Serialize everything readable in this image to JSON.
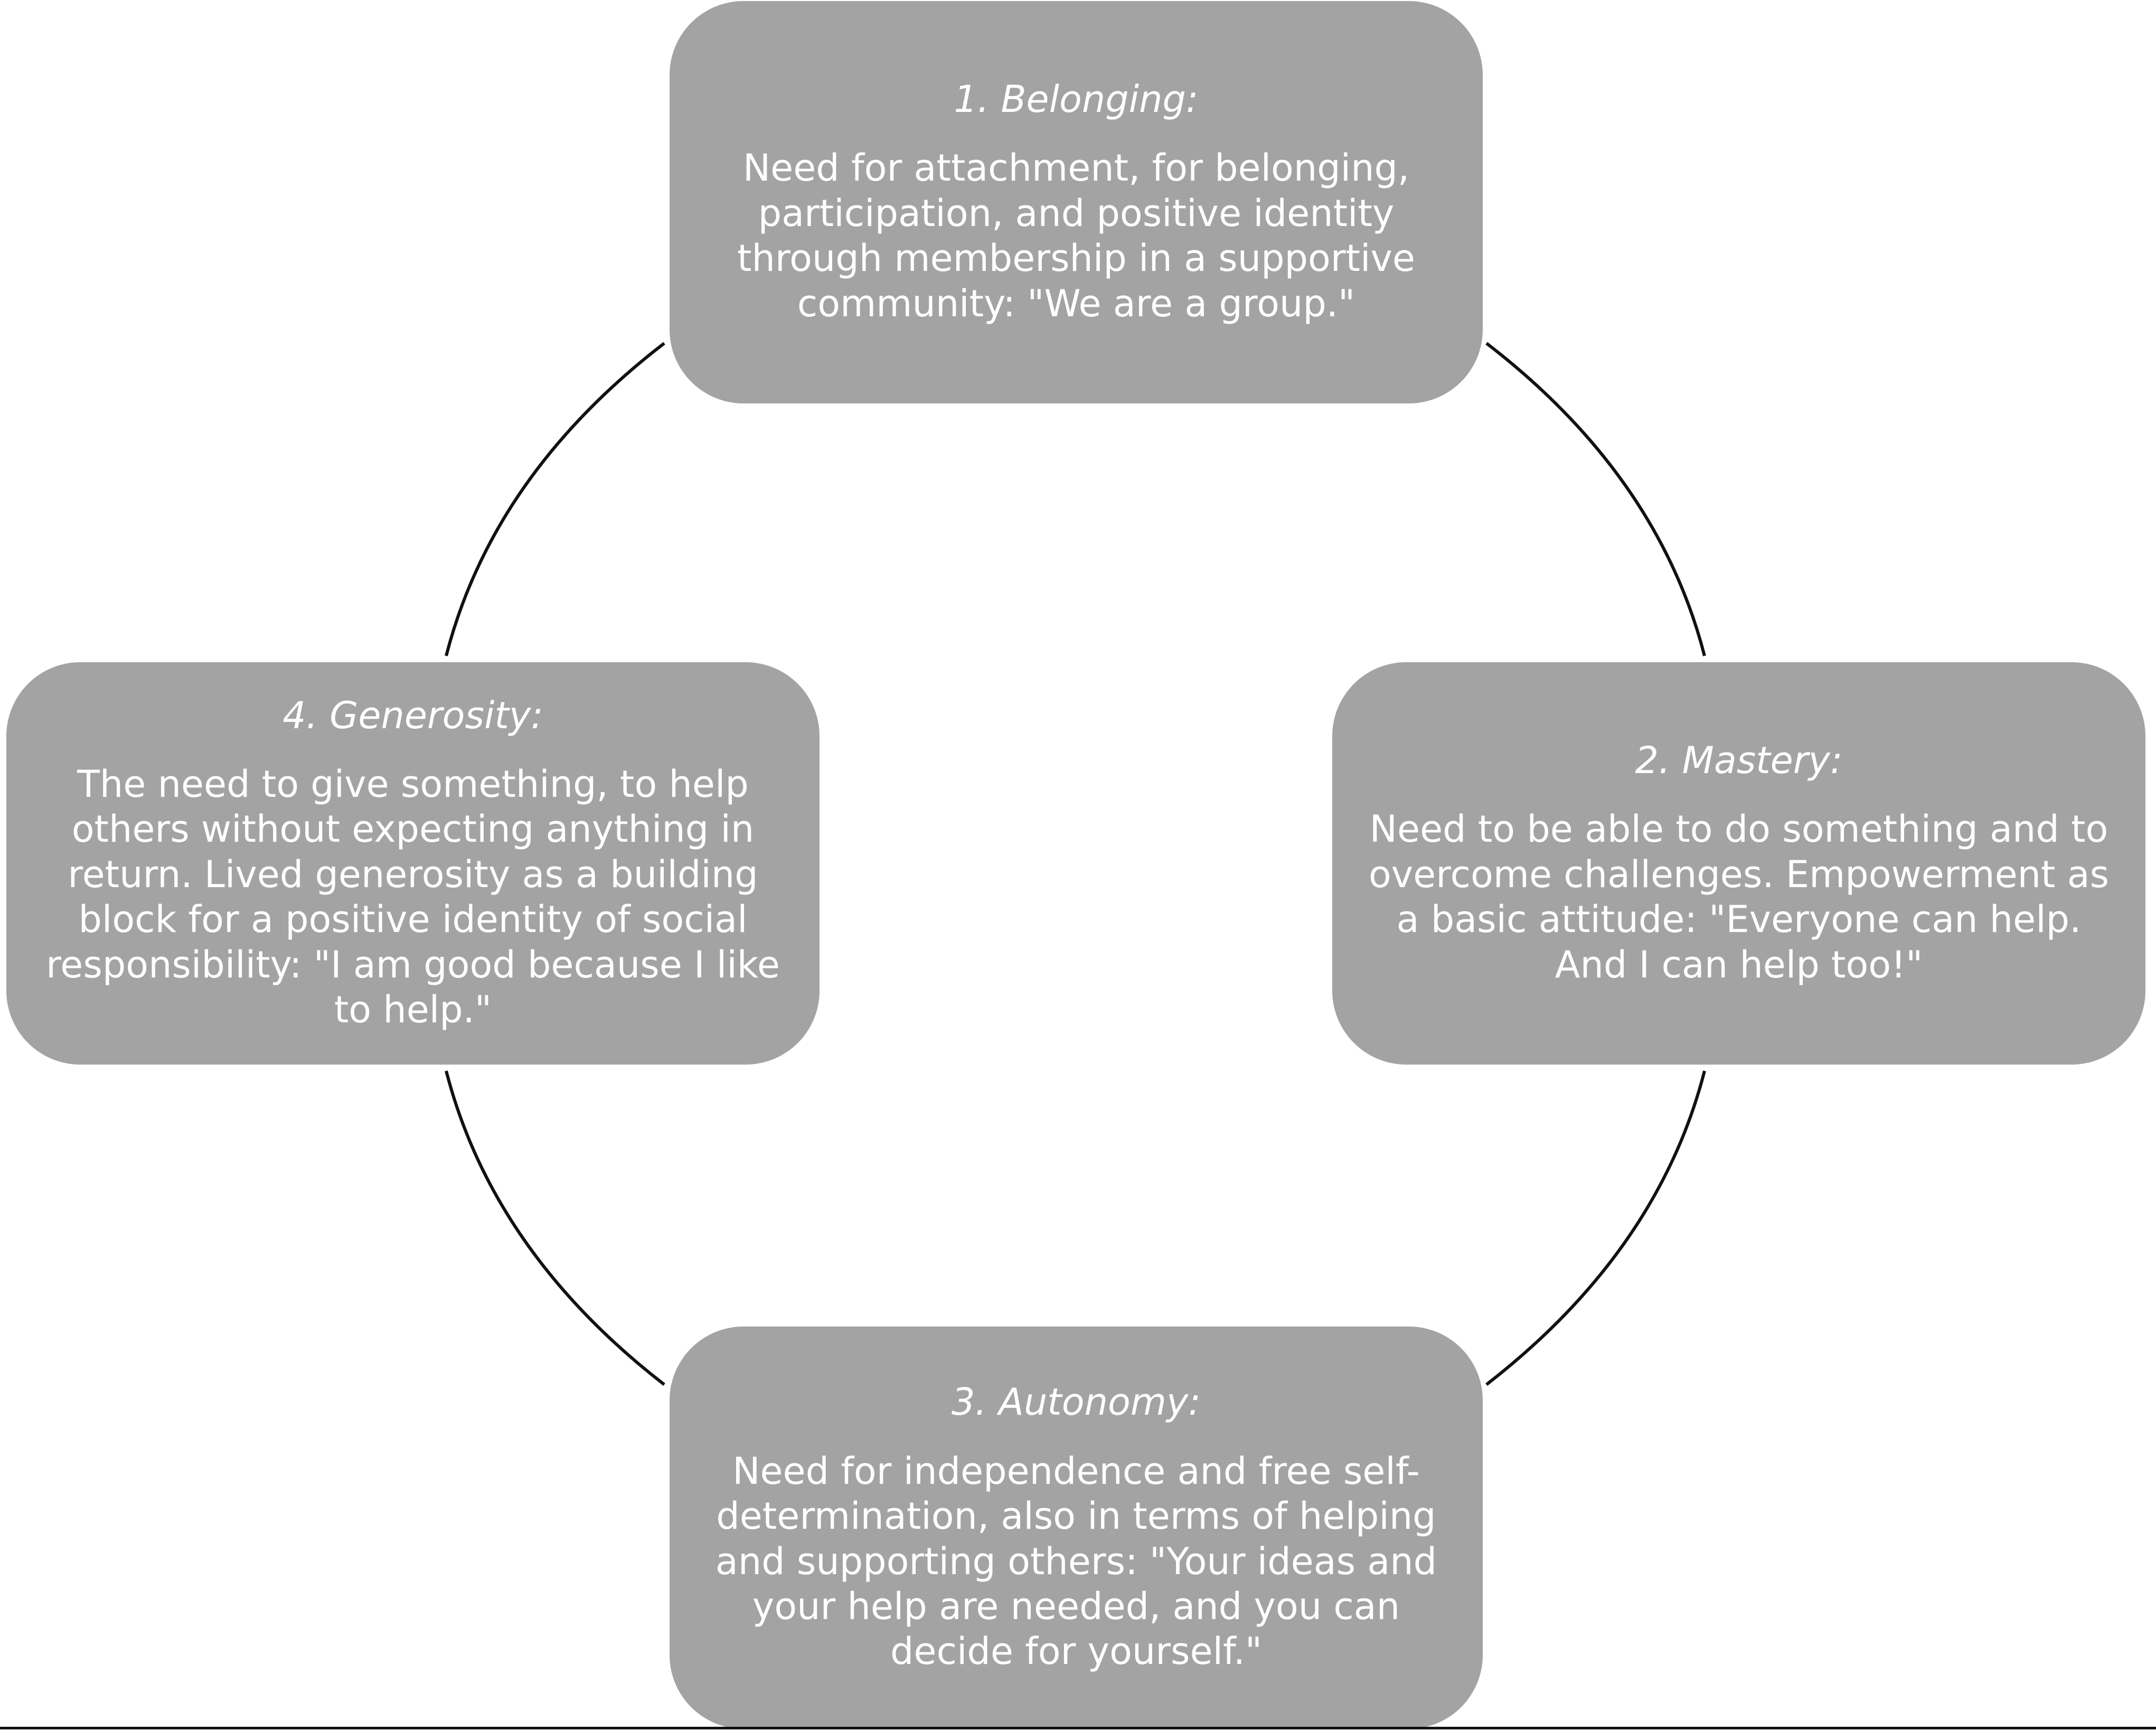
{
  "diagram": {
    "nodes": [
      {
        "id": "belonging",
        "title": "1. Belonging:",
        "description": "Need for attachment, for belonging, participation, and positive identity through membership in a supportive community: \"We are a group.\""
      },
      {
        "id": "mastery",
        "title": "2. Mastery:",
        "description": "Need to be able to do something and to overcome challenges. Empowerment as a basic attitude: \"Everyone can help. And I can help too!\""
      },
      {
        "id": "autonomy",
        "title": "3. Autonomy:",
        "description": "Need for independence and free self-determination, also in terms of helping and supporting others: \"Your ideas and your help are needed, and you can decide for yourself.\""
      },
      {
        "id": "generosity",
        "title": "4. Generosity:",
        "description": "The need to give something, to help others without expecting anything in return. Lived generosity as a building block for a positive identity of social responsibility: \"I am good because I like to help.\""
      }
    ],
    "edges": [
      {
        "from": "belonging",
        "to": "mastery"
      },
      {
        "from": "mastery",
        "to": "autonomy"
      },
      {
        "from": "autonomy",
        "to": "generosity"
      },
      {
        "from": "generosity",
        "to": "belonging"
      }
    ],
    "colors": {
      "box_fill": "#a3a3a3",
      "box_text": "#ffffff",
      "connector": "#111111"
    }
  }
}
